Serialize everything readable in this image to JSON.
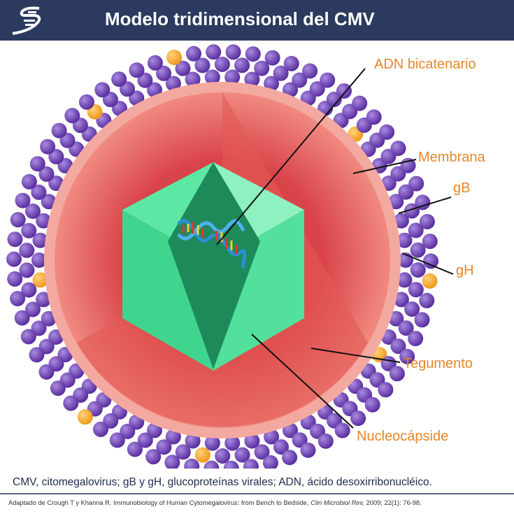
{
  "header": {
    "title": "Modelo tridimensional del CMV",
    "logo_icon": "dna-logo-icon"
  },
  "labels": {
    "dna": "ADN bicatenario",
    "membrane": "Membrana",
    "gb": "gB",
    "gh": "gH",
    "tegument": "Tegumento",
    "nucleocapsid": "Nucleocápside"
  },
  "colors": {
    "header": "#2b3a5e",
    "label": "#e8862a",
    "envelope": "#e8615c",
    "capsid": "#3ee08f",
    "glycoprotein_gb": "#6a3fb0",
    "glycoprotein_gh": "#f5a623"
  },
  "footer": {
    "caption": "CMV, citomegalovirus; gB y gH, glucoproteínas virales; ADN, ácido desoxirribonucléico.",
    "source_main": "Adaptado de Crough T y Khanna R. Immunobiology of Human Cytomegalovirus: from Bench to Bedside, ",
    "source_journal": "Clin Microbiol Rev,",
    "source_tail": " 2009; 22(1): 76-98."
  }
}
